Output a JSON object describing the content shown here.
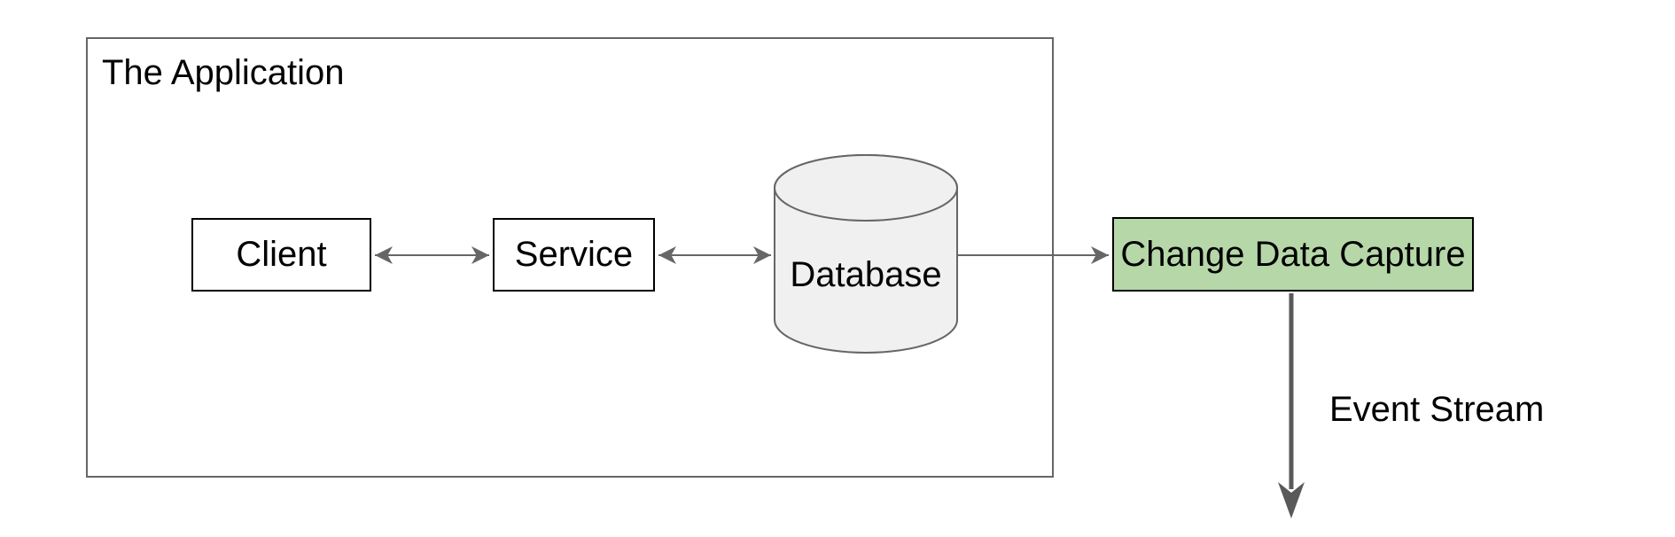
{
  "diagram": {
    "title": "The Application",
    "nodes": {
      "client": {
        "label": "Client",
        "shape": "rectangle",
        "fill": "#ffffff"
      },
      "service": {
        "label": "Service",
        "shape": "rectangle",
        "fill": "#ffffff"
      },
      "database": {
        "label": "Database",
        "shape": "cylinder",
        "fill": "#f0f0f0"
      },
      "cdc": {
        "label": "Change Data Capture",
        "shape": "rectangle",
        "fill": "#b6d7a8"
      }
    },
    "annotations": {
      "event_stream": {
        "label": "Event Stream"
      }
    },
    "edges": [
      {
        "from": "client",
        "to": "service",
        "direction": "bidirectional"
      },
      {
        "from": "service",
        "to": "database",
        "direction": "bidirectional"
      },
      {
        "from": "database",
        "to": "cdc",
        "direction": "forward"
      },
      {
        "from": "cdc",
        "to": "event-stream",
        "direction": "forward"
      }
    ],
    "colors": {
      "background": "#ffffff",
      "boundary_border": "#666666",
      "node_border": "#000000",
      "cdc_fill": "#b6d7a8",
      "cylinder_fill": "#f0f0f0",
      "cylinder_stroke": "#666666",
      "connector": "#666666",
      "thick_arrow": "#595959",
      "text": "#000000"
    }
  }
}
